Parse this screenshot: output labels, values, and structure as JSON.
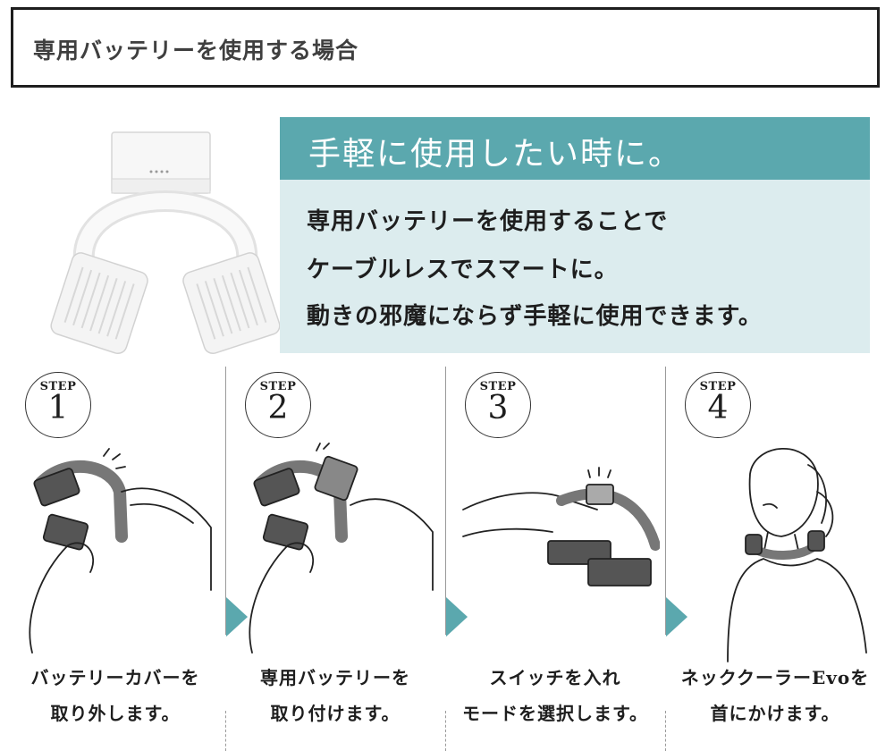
{
  "header": {
    "title": "専用バッテリーを使用する場合"
  },
  "banner": {
    "title": "手軽に使用したい時に。",
    "lines": [
      "専用バッテリーを使用することで",
      "ケーブルレスでスマートに。",
      "動きの邪魔にならず手軽に使用できます。"
    ]
  },
  "colors": {
    "accent": "#5ba8ae",
    "banner_bg": "#dcecee",
    "border": "#1e1e1e"
  },
  "steps": [
    {
      "label": "STEP",
      "number": "1",
      "line1": "バッテリーカバーを",
      "line2": "取り外します。"
    },
    {
      "label": "STEP",
      "number": "2",
      "line1": "専用バッテリーを",
      "line2": "取り付けます。"
    },
    {
      "label": "STEP",
      "number": "3",
      "line1": "スイッチを入れ",
      "line2": "モードを選択します。"
    },
    {
      "label": "STEP",
      "number": "4",
      "line1": "ネッククーラーEvoを",
      "line2": "首にかけます。"
    }
  ]
}
